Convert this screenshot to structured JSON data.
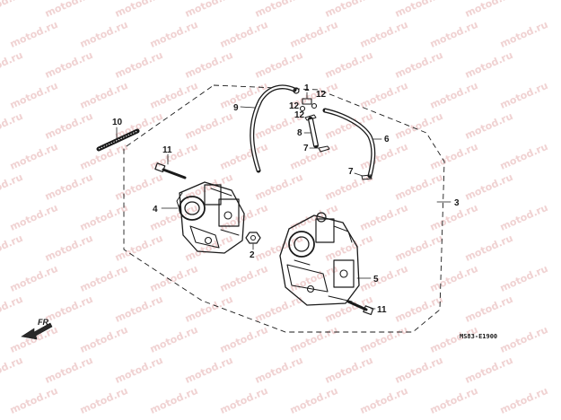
{
  "watermark": {
    "text": "motod.ru",
    "color": "#f0d2d2"
  },
  "diagram": {
    "part_code": "MS83-E1900",
    "direction_label": "FR.",
    "callouts": [
      {
        "id": "c10",
        "label": "10"
      },
      {
        "id": "c9",
        "label": "9"
      },
      {
        "id": "c1",
        "label": "1"
      },
      {
        "id": "c12a",
        "label": "12"
      },
      {
        "id": "c12b",
        "label": "12"
      },
      {
        "id": "c12c",
        "label": "12"
      },
      {
        "id": "c8",
        "label": "8"
      },
      {
        "id": "c7a",
        "label": "7"
      },
      {
        "id": "c6",
        "label": "6"
      },
      {
        "id": "c7b",
        "label": "7"
      },
      {
        "id": "c11a",
        "label": "11"
      },
      {
        "id": "c4",
        "label": "4"
      },
      {
        "id": "c2",
        "label": "2"
      },
      {
        "id": "c3",
        "label": "3"
      },
      {
        "id": "c5",
        "label": "5"
      },
      {
        "id": "c11b",
        "label": "11"
      }
    ]
  }
}
